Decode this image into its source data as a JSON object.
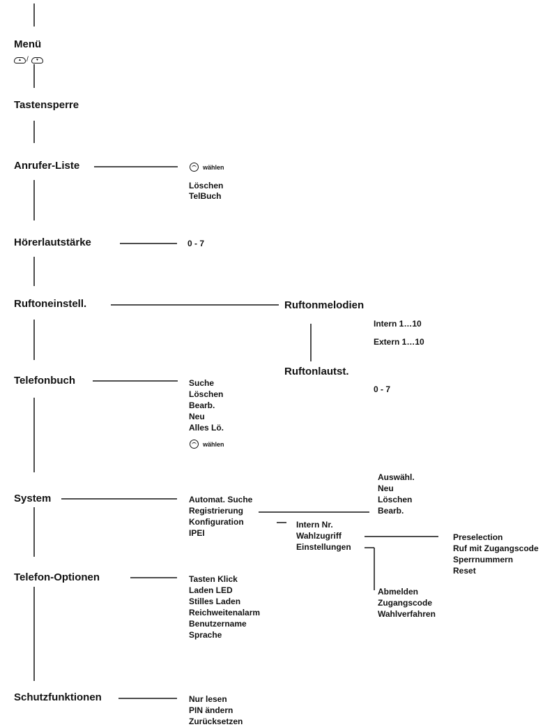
{
  "menu": {
    "title": "Menü",
    "nav_icons": [
      "up-arrow-key-icon",
      "down-arrow-key-icon"
    ],
    "separator": "/"
  },
  "tastensperre": "Tastensperre",
  "anrufer_liste": {
    "label": "Anrufer-Liste",
    "options": [
      {
        "icon": "handset-icon",
        "label": "wählen"
      },
      {
        "label": "Löschen"
      },
      {
        "label": "TelBuch"
      }
    ]
  },
  "hoererlautstaerke": {
    "label": "Hörerlautstärke",
    "value": "0 - 7"
  },
  "ruftoneinstell": {
    "label": "Ruftoneinstell.",
    "ruftonmelodien": {
      "label": "Ruftonmelodien",
      "items": [
        "Intern 1…10",
        "Extern 1…10"
      ]
    },
    "ruftonlautst": {
      "label": "Ruftonlautst.",
      "value": "0 - 7"
    }
  },
  "telefonbuch": {
    "label": "Telefonbuch",
    "items": [
      "Suche",
      "Löschen",
      "Bearb.",
      "Neu",
      "Alles Lö."
    ],
    "dial": {
      "icon": "handset-icon",
      "label": "wählen"
    }
  },
  "system": {
    "label": "System",
    "items": [
      "Automat. Suche",
      "Registrierung",
      "Konfiguration",
      "IPEI"
    ],
    "registrierung_options": [
      "Auswähl.",
      "Neu",
      "Löschen",
      "Bearb."
    ],
    "konfiguration_options": [
      "Intern Nr.",
      "Wahlzugriff",
      "Einstellungen"
    ],
    "wahlzugriff_options": [
      "Preselection",
      "Ruf mit Zugangscode",
      "Sperrnummern",
      "Reset"
    ],
    "einstellungen_options": [
      "Abmelden",
      "Zugangscode",
      "Wahlverfahren"
    ]
  },
  "telefon_optionen": {
    "label": "Telefon-Optionen",
    "items": [
      "Tasten Klick",
      "Laden LED",
      "Stilles Laden",
      "Reichweitenalarm",
      "Benutzername",
      "Sprache"
    ]
  },
  "schutzfunktionen": {
    "label": "Schutzfunktionen",
    "items": [
      "Nur lesen",
      "PIN ändern",
      "Zurücksetzen"
    ]
  }
}
